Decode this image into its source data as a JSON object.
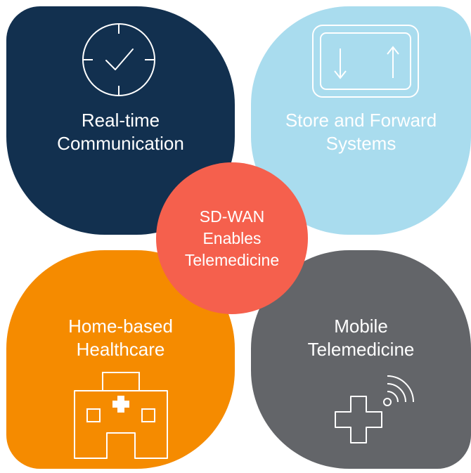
{
  "colors": {
    "navy": "#12304f",
    "light_blue": "#a9dcee",
    "orange": "#f58b00",
    "gray": "#636569",
    "coral": "#f5604d",
    "white": "#ffffff"
  },
  "center": {
    "lines": [
      "SD-WAN",
      "Enables",
      "Telemedicine"
    ]
  },
  "quadrants": [
    {
      "id": "real-time-communication",
      "lines": [
        "Real-time",
        "Communication"
      ],
      "icon": "clock-icon"
    },
    {
      "id": "store-and-forward-systems",
      "lines": [
        "Store and Forward",
        "Systems"
      ],
      "icon": "up-down-arrows-icon"
    },
    {
      "id": "home-based-healthcare",
      "lines": [
        "Home-based",
        "Healthcare"
      ],
      "icon": "hospital-building-icon"
    },
    {
      "id": "mobile-telemedicine",
      "lines": [
        "Mobile",
        "Telemedicine"
      ],
      "icon": "medical-cross-signal-icon"
    }
  ]
}
